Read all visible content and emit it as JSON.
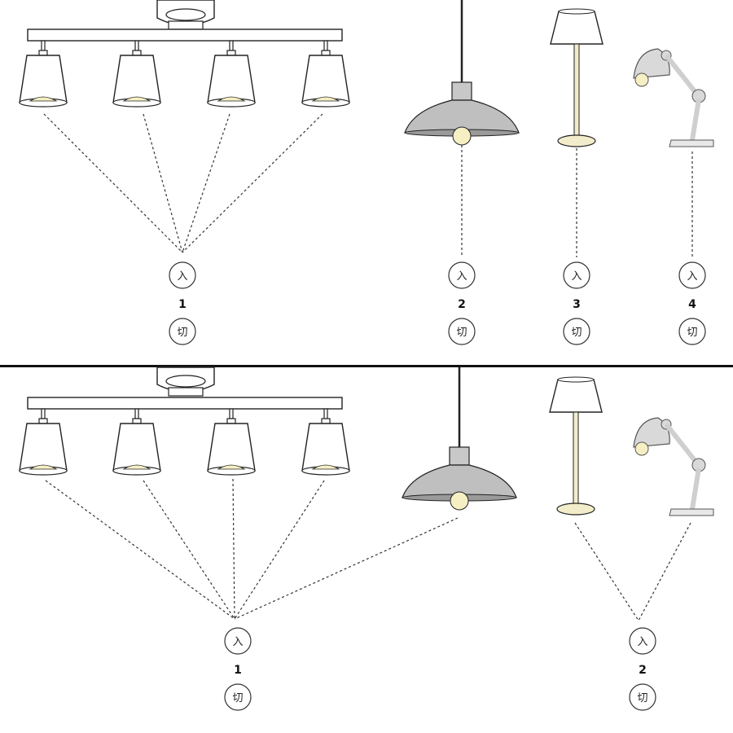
{
  "switch_labels": {
    "on": "入",
    "off": "切"
  },
  "top_panel": {
    "groups": [
      {
        "number": "1",
        "lamps": [
          "spot-1",
          "spot-2",
          "spot-3",
          "spot-4"
        ]
      },
      {
        "number": "2",
        "lamps": [
          "pendant"
        ]
      },
      {
        "number": "3",
        "lamps": [
          "floor-lamp"
        ]
      },
      {
        "number": "4",
        "lamps": [
          "desk-lamp"
        ]
      }
    ]
  },
  "bottom_panel": {
    "groups": [
      {
        "number": "1",
        "lamps": [
          "spot-1",
          "spot-2",
          "spot-3",
          "spot-4",
          "pendant"
        ]
      },
      {
        "number": "2",
        "lamps": [
          "floor-lamp",
          "desk-lamp"
        ]
      }
    ]
  },
  "colors": {
    "divider": "#111111",
    "bulb": "#f6efc4",
    "pendant_shade": "#bfbfbf",
    "floor_lamp_base": "#f3eccb",
    "desk_lamp": "#d9d9d9"
  }
}
